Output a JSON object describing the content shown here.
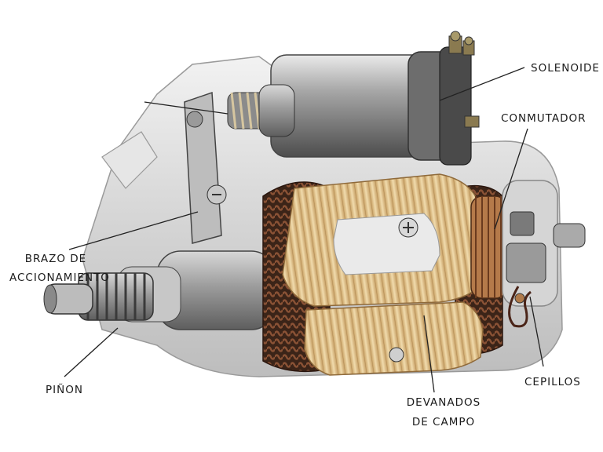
{
  "labels": {
    "solenoide": "SOLENOIDE",
    "conmutador": "CONMUTADOR",
    "brazo_line1": "BRAZO DE",
    "brazo_line2": "ACCIONAMIENTO",
    "pinon": "PIÑON",
    "devanados_line1": "DEVANADOS",
    "devanados_line2": "DE CAMPO",
    "cepillos": "CEPILLOS"
  },
  "colors": {
    "background": "#ffffff",
    "housing": "#d9d9d9",
    "steel": "#a8a8a8",
    "winding_gold": "#e6c98a",
    "copper_wire": "#5a2f1e",
    "leader_line": "#222222"
  }
}
